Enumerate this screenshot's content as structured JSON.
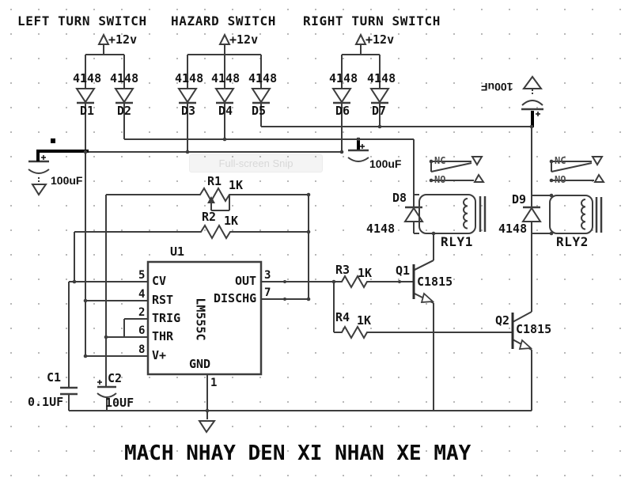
{
  "title": "MACH NHAY DEN XI NHAN XE MAY",
  "watermark": "Full-screen Snip",
  "switches": {
    "left": "LEFT TURN SWITCH",
    "hazard": "HAZARD SWITCH",
    "right": "RIGHT TURN SWITCH"
  },
  "supply": {
    "label": "+12v"
  },
  "diodes": [
    {
      "ref": "D1",
      "part": "4148"
    },
    {
      "ref": "D2",
      "part": "4148"
    },
    {
      "ref": "D3",
      "part": "4148"
    },
    {
      "ref": "D4",
      "part": "4148"
    },
    {
      "ref": "D5",
      "part": "4148"
    },
    {
      "ref": "D6",
      "part": "4148"
    },
    {
      "ref": "D7",
      "part": "4148"
    }
  ],
  "flyback_diodes": [
    {
      "ref": "D8",
      "part": "4148"
    },
    {
      "ref": "D9",
      "part": "4148"
    }
  ],
  "relays": [
    {
      "ref": "RLY1",
      "nc": "NC",
      "no": "NO"
    },
    {
      "ref": "RLY2",
      "nc": "NC",
      "no": "NO"
    }
  ],
  "capacitors": {
    "left_filter": {
      "value": "100uF"
    },
    "mid_filter": {
      "value": "100uF"
    },
    "right_filter": {
      "value": "100uF"
    },
    "c1": {
      "ref": "C1",
      "value": "0.1UF"
    },
    "c2": {
      "ref": "C2",
      "value": "10UF"
    }
  },
  "resistors": [
    {
      "ref": "R1",
      "value": "1K"
    },
    {
      "ref": "R2",
      "value": "1K"
    },
    {
      "ref": "R3",
      "value": "1K"
    },
    {
      "ref": "R4",
      "value": "1K"
    }
  ],
  "transistors": [
    {
      "ref": "Q1",
      "part": "C1815"
    },
    {
      "ref": "Q2",
      "part": "C1815"
    }
  ],
  "ic": {
    "ref": "U1",
    "part": "LM555C",
    "pins_left": [
      {
        "num": "5",
        "name": "CV"
      },
      {
        "num": "4",
        "name": "RST"
      },
      {
        "num": "2",
        "name": "TRIG"
      },
      {
        "num": "6",
        "name": "THR"
      },
      {
        "num": "8",
        "name": "V+"
      }
    ],
    "pins_right": [
      {
        "num": "3",
        "name": "OUT"
      },
      {
        "num": "7",
        "name": "DISCHG"
      }
    ],
    "pin_gnd": {
      "num": "1",
      "name": "GND"
    }
  },
  "colors": {
    "wire": "#3d3d3d",
    "text": "#141414",
    "grid_dot": "#b8b8b8",
    "thick": "#000000"
  }
}
